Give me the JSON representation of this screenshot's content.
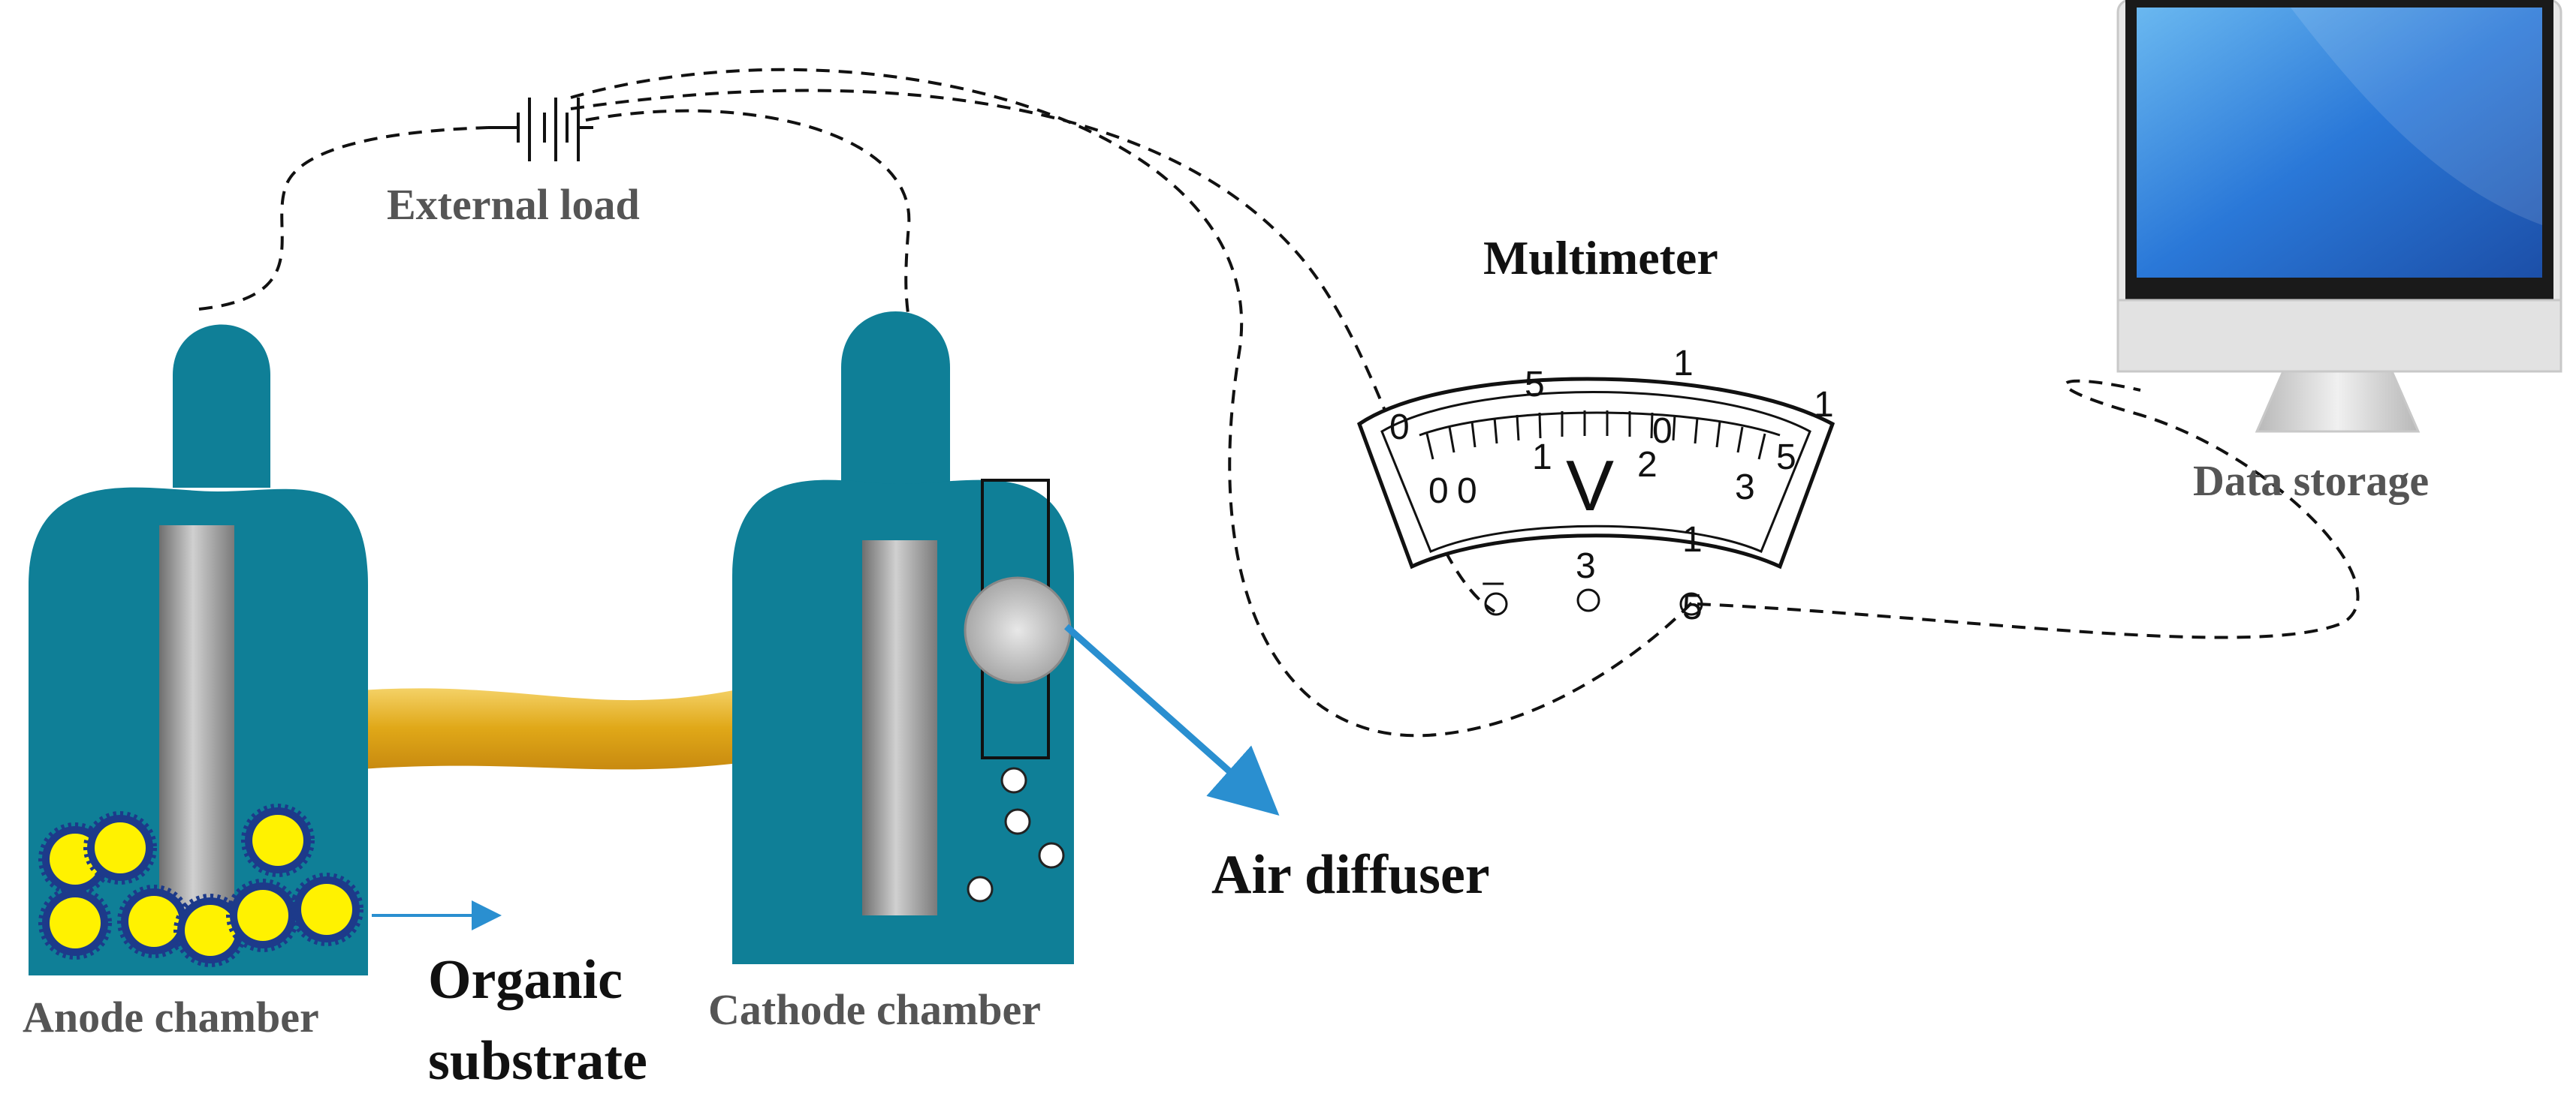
{
  "labels": {
    "external_load": "External load",
    "multimeter": "Multimeter",
    "data_storage": "Data storage",
    "anode_chamber": "Anode chamber",
    "cathode_chamber": "Cathode chamber",
    "air_diffuser": "Air diffuser",
    "organic_substrate_line1": "Organic",
    "organic_substrate_line2": "substrate"
  },
  "multimeter": {
    "unit": "V",
    "outer_scale": [
      "0",
      "5",
      "1",
      "1"
    ],
    "middle_scale": [
      "0",
      "1",
      "2",
      "0",
      "5"
    ],
    "inner_scale": [
      "0",
      "3"
    ],
    "terminal_labels": [
      "_",
      "3",
      "1",
      "5"
    ]
  },
  "colors": {
    "chamber": "#0f7f97",
    "electrode": "#9a9a9a",
    "bridge": "#e0b020",
    "bacteria": "#fff200",
    "bacteria_ring": "#1d3a8a",
    "arrow": "#2a8fd0",
    "wire": "#111111",
    "monitor_frame": "#1a1a1a",
    "monitor_screen": "#2a6fd0",
    "monitor_stand": "#d8d8d8"
  }
}
